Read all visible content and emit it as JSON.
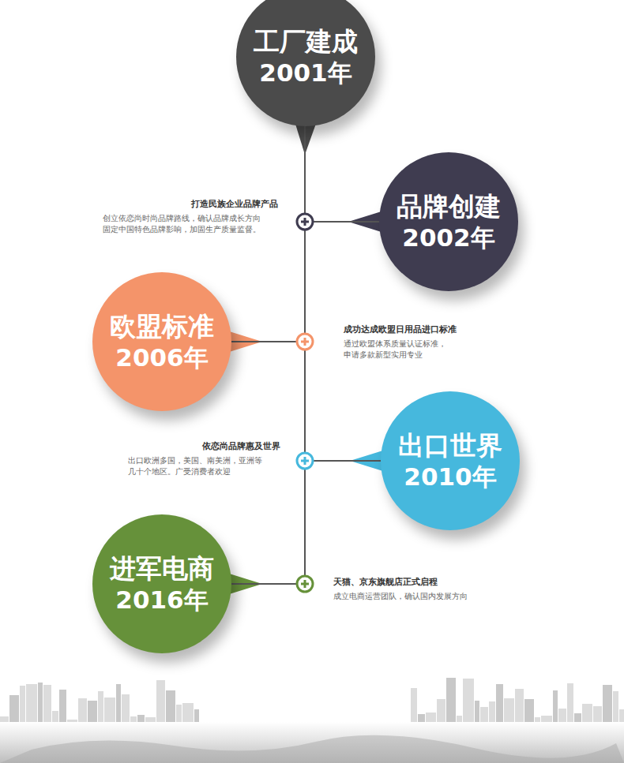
{
  "diagram": {
    "nodes": [
      {
        "text": [
          "工厂建成",
          "2001年"
        ]
      },
      {
        "text": [
          "品牌创建",
          "2002年"
        ]
      },
      {
        "text": [
          "欧盟标准",
          "2006年"
        ]
      },
      {
        "text": [
          "出口世界",
          "2010年"
        ]
      },
      {
        "text": [
          "进军电商",
          "2016年"
        ]
      }
    ],
    "edges": [
      {
        "from": 0,
        "to": 1,
        "arrow": "none"
      },
      {
        "from": 1,
        "to": 2,
        "arrow": "none"
      },
      {
        "from": 2,
        "to": 3,
        "arrow": "none"
      },
      {
        "from": 3,
        "to": 4,
        "arrow": "none"
      }
    ],
    "labels": [
      "打造民族企业品牌产品",
      "创立依恋尚时尚品牌路线，确认品牌成长方向 固定中国特色品牌影响，加固生产质量监督。",
      "成功达成欧盟日用品进口标准",
      "通过欧盟体系质量认证标准， 申请多款新型实用专业",
      "依恋尚品牌惠及世界",
      "出口欧洲多国，美国、南美洲，亚洲等 几十个地区。广受消费者欢迎",
      "天猫、京东旗舰店正式启程",
      "成立电商运营团队，确认国内发展方向"
    ]
  }
}
